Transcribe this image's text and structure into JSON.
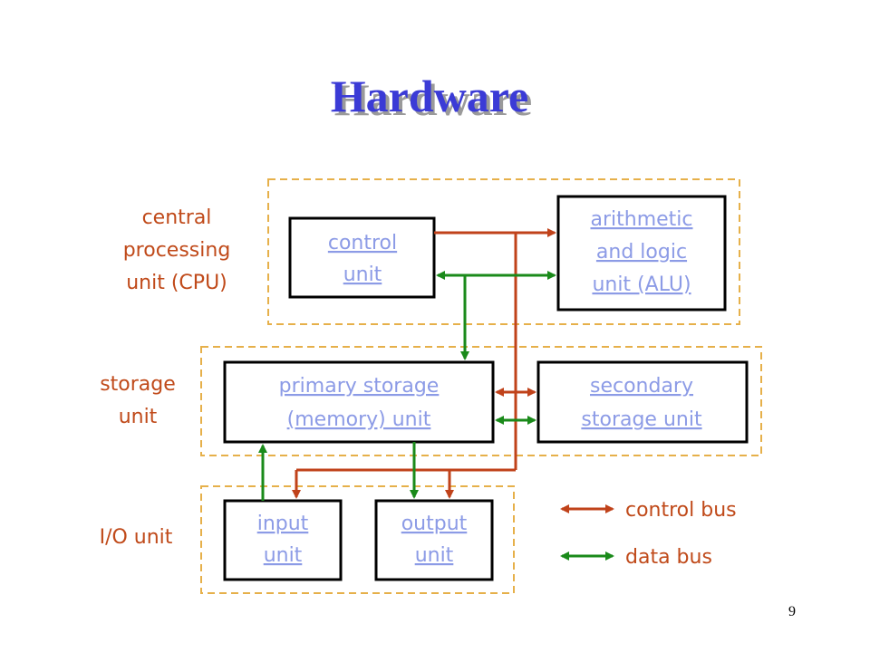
{
  "title": "Hardware",
  "page_number": "9",
  "colors": {
    "title": "#3b3bd6",
    "title_shadow": "#9a9a9a",
    "label": "#c04a1a",
    "link": "#8c9be6",
    "control_bus": "#c0421a",
    "data_bus": "#1a8a1a",
    "dashed_border": "#e6b04a"
  },
  "groups": {
    "cpu": {
      "label": [
        "central",
        "processing",
        "unit (CPU)"
      ]
    },
    "storage": {
      "label": [
        "storage",
        "unit"
      ]
    },
    "io": {
      "label": [
        "I/O unit"
      ]
    }
  },
  "units": {
    "control": {
      "lines": [
        "control",
        "unit"
      ]
    },
    "alu": {
      "lines": [
        "arithmetic",
        "and logic",
        "unit (ALU)"
      ]
    },
    "primary": {
      "lines": [
        "primary storage",
        "(memory) unit"
      ]
    },
    "secondary": {
      "lines": [
        "secondary",
        "storage unit"
      ]
    },
    "input": {
      "lines": [
        "input",
        "unit"
      ]
    },
    "output": {
      "lines": [
        "output",
        "unit"
      ]
    }
  },
  "legend": {
    "control_bus": "control bus",
    "data_bus": "data bus"
  }
}
